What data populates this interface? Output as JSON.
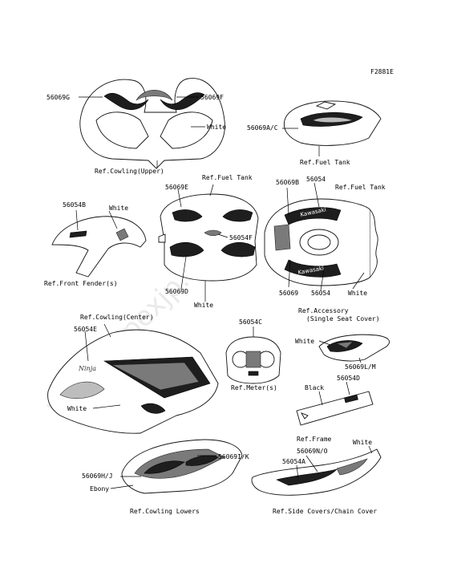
{
  "figure_code": "F2881E",
  "watermark": "www.impexjp.com",
  "part_numbers": {
    "p56069G": "56069G",
    "p56069F": "56069F",
    "p56069AC": "56069A/C",
    "p56069E": "56069E",
    "p56069B": "56069B",
    "p56054": "56054",
    "p56054B": "56054B",
    "p56054F": "56054F",
    "p56069D": "56069D",
    "p56069": "56069",
    "p56054b2": "56054",
    "p56054E": "56054E",
    "p56054C": "56054C",
    "p56069LM": "56069L/M",
    "p56054D": "56054D",
    "p56069IK": "56069I/K",
    "p56069HJ": "56069H/J",
    "p56069NO": "56069N/O",
    "p56054A": "56054A"
  },
  "colors": {
    "white_cowl_upper": "White",
    "white_fender": "White",
    "white_tank_left": "White",
    "white_tank_right": "White",
    "white_seat_cover": "White",
    "white_cowl_center": "White",
    "black_frame": "Black",
    "ebony": "Ebony",
    "white_side_covers": "White"
  },
  "refs": {
    "cowling_upper": "Ref.Cowling(Upper)",
    "fuel_tank_1": "Ref.Fuel Tank",
    "fuel_tank_2": "Ref.Fuel Tank",
    "fuel_tank_3": "Ref.Fuel Tank",
    "front_fender": "Ref.Front Fender(s)",
    "cowling_center": "Ref.Cowling(Center)",
    "accessory": "Ref.Accessory",
    "single_seat_cover": "(Single Seat Cover)",
    "meter": "Ref.Meter(s)",
    "frame": "Ref.Frame",
    "cowling_lowers": "Ref.Cowling Lowers",
    "side_covers": "Ref.Side Covers/Chain Cover"
  },
  "decal_text": {
    "kawasaki_1": "Kawasaki",
    "kawasaki_2": "Kawasaki",
    "ninja": "Ninja"
  }
}
